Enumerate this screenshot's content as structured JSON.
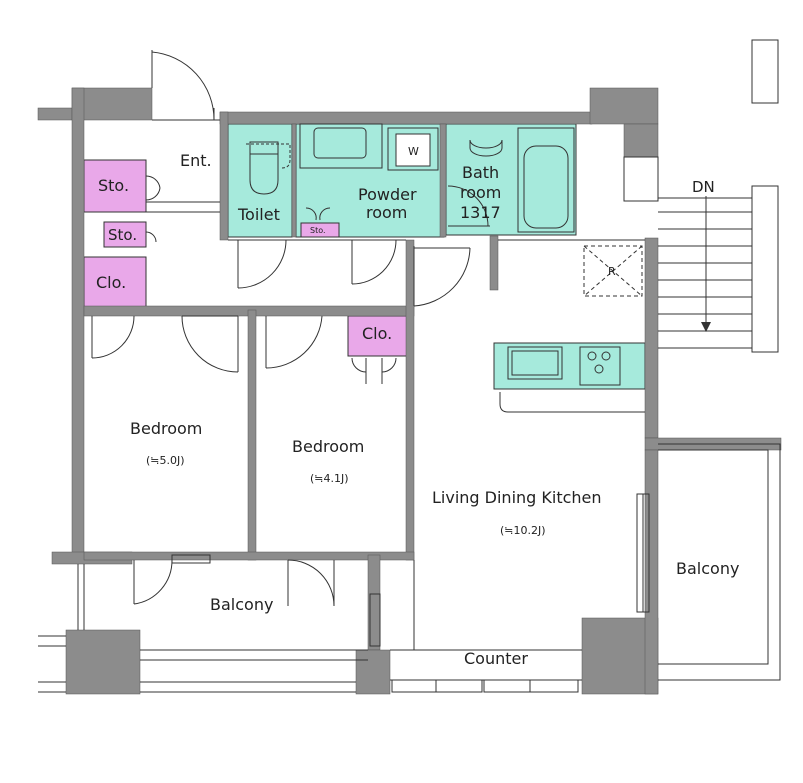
{
  "labels": {
    "entrance": "Ent.",
    "storage_1": "Sto.",
    "storage_2": "Sto.",
    "storage_small": "Sto.",
    "closet_1": "Clo.",
    "closet_2": "Clo.",
    "toilet": "Toilet",
    "powder_room_line1": "Powder",
    "powder_room_line2": "room",
    "washer": "W",
    "bathroom_line1": "Bath",
    "bathroom_line2": "room",
    "bathroom_line3": "1317",
    "refrigerator": "R",
    "stairs_dn": "DN",
    "bedroom_1": "Bedroom",
    "bedroom_1_size": "(≒5.0J)",
    "bedroom_2": "Bedroom",
    "bedroom_2_size": "(≒4.1J)",
    "ldk": "Living Dining Kitchen",
    "ldk_size": "(≒10.2J)",
    "balcony_south": "Balcony",
    "balcony_east": "Balcony",
    "counter": "Counter"
  },
  "colors": {
    "wall": "#8c8c8c",
    "wet_area": "#a6eadc",
    "storage": "#e9a8e9",
    "line": "#333333"
  }
}
